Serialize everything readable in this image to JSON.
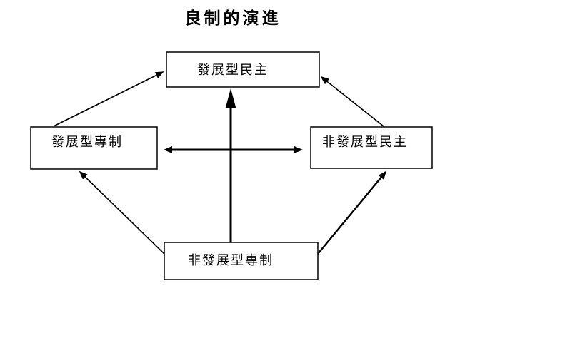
{
  "title": "良制的演進",
  "nodes": {
    "top": {
      "label": "發展型民主"
    },
    "left": {
      "label": "發展型專制"
    },
    "right": {
      "label": "非發展型民主"
    },
    "bottom": {
      "label": "非發展型專制"
    }
  },
  "edges": [
    {
      "from": "發展型專制",
      "to": "發展型民主",
      "style": "thin-arrow"
    },
    {
      "from": "非發展型民主",
      "to": "發展型民主",
      "style": "thin-arrow"
    },
    {
      "from": "非發展型專制",
      "to": "發展型專制",
      "style": "thin-arrow"
    },
    {
      "from": "非發展型專制",
      "to": "非發展型民主",
      "style": "medium-arrow"
    },
    {
      "from": "非發展型專制",
      "to": "發展型民主",
      "style": "thick-vertical-arrow"
    },
    {
      "from": "發展型專制",
      "to": "非發展型民主",
      "style": "double-headed-horizontal-arrow"
    }
  ],
  "colors": {
    "background": "#ffffff",
    "line": "#000000",
    "text": "#000000"
  }
}
